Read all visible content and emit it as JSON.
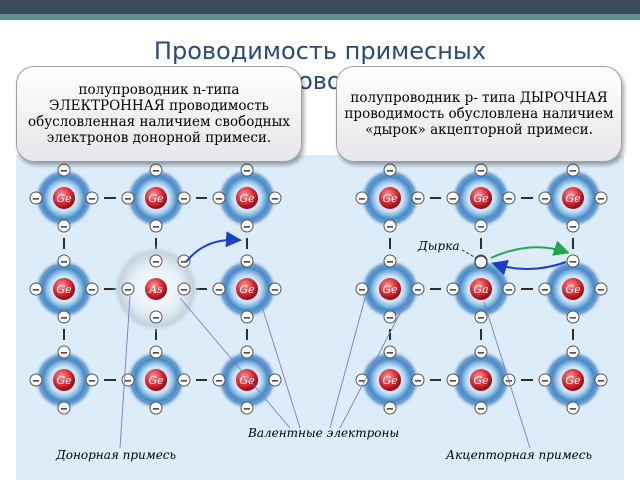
{
  "slide": {
    "title_line1": "Проводимость примесных",
    "title_line2": "полупроводников"
  },
  "callouts": {
    "n_type": "полупроводник n-типа ЭЛЕКТРОННАЯ проводимость обусловленная наличием свободных электронов донорной примеси.",
    "p_type": "полупроводник р- типа ДЫРОЧНАЯ проводимость обусловлена наличием «дырок» акцепторной примеси."
  },
  "lattice": {
    "ge_label": "Ge",
    "donor_label": "As",
    "acceptor_label": "Ga",
    "electron_sign": "−",
    "hole_label": "Дырка",
    "valence_label": "Валентные электроны",
    "donor_caption": "Донорная примесь",
    "acceptor_caption": "Акцепторная примесь"
  },
  "colors": {
    "title": "#2a4a7a",
    "panel": "#dcedf9",
    "atom_core": "#e0303a",
    "arrow_blue": "#1a3fc8",
    "arrow_green": "#22a84a"
  }
}
